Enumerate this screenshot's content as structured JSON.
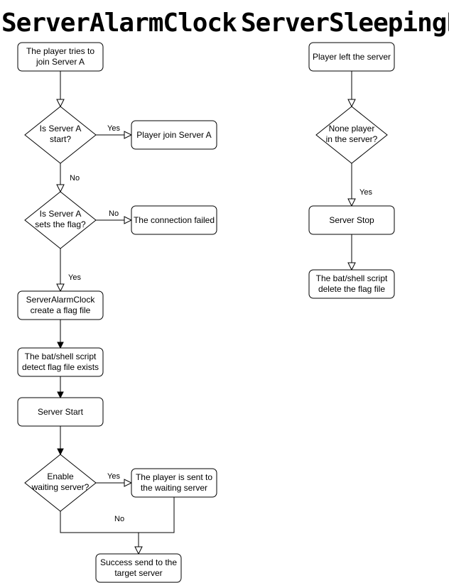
{
  "titles": {
    "left": "ServerAlarmClock",
    "right": "ServerSleepingPill"
  },
  "nodes": {
    "tries_join": [
      "The player tries to",
      "join Server A"
    ],
    "is_start": [
      "Is Server A",
      "start?"
    ],
    "join_a": [
      "Player join Server A"
    ],
    "sets_flag": [
      "Is Server A",
      "sets the flag?"
    ],
    "conn_failed": [
      "The connection failed"
    ],
    "create_flag": [
      "ServerAlarmClock",
      "create a flag file"
    ],
    "detect_flag": [
      "The bat/shell script",
      "detect flag file exists"
    ],
    "server_start": [
      "Server Start"
    ],
    "enable_wait": [
      "Enable",
      "waiting server?"
    ],
    "sent_wait": [
      "The player is sent to",
      "the waiting server"
    ],
    "success": [
      "Success send to the",
      "target server"
    ],
    "left_server": [
      "Player left the server"
    ],
    "none_player": [
      "None player",
      "in the server?"
    ],
    "server_stop": [
      "Server Stop"
    ],
    "delete_flag": [
      "The bat/shell script",
      "delete the flag file"
    ]
  },
  "edge_labels": {
    "start_yes": "Yes",
    "start_no": "No",
    "flag_no": "No",
    "flag_yes": "Yes",
    "wait_yes": "Yes",
    "wait_no": "No",
    "none_yes": "Yes"
  },
  "colors": {
    "stroke": "#000000",
    "fill": "#ffffff",
    "background": "#ffffff"
  }
}
